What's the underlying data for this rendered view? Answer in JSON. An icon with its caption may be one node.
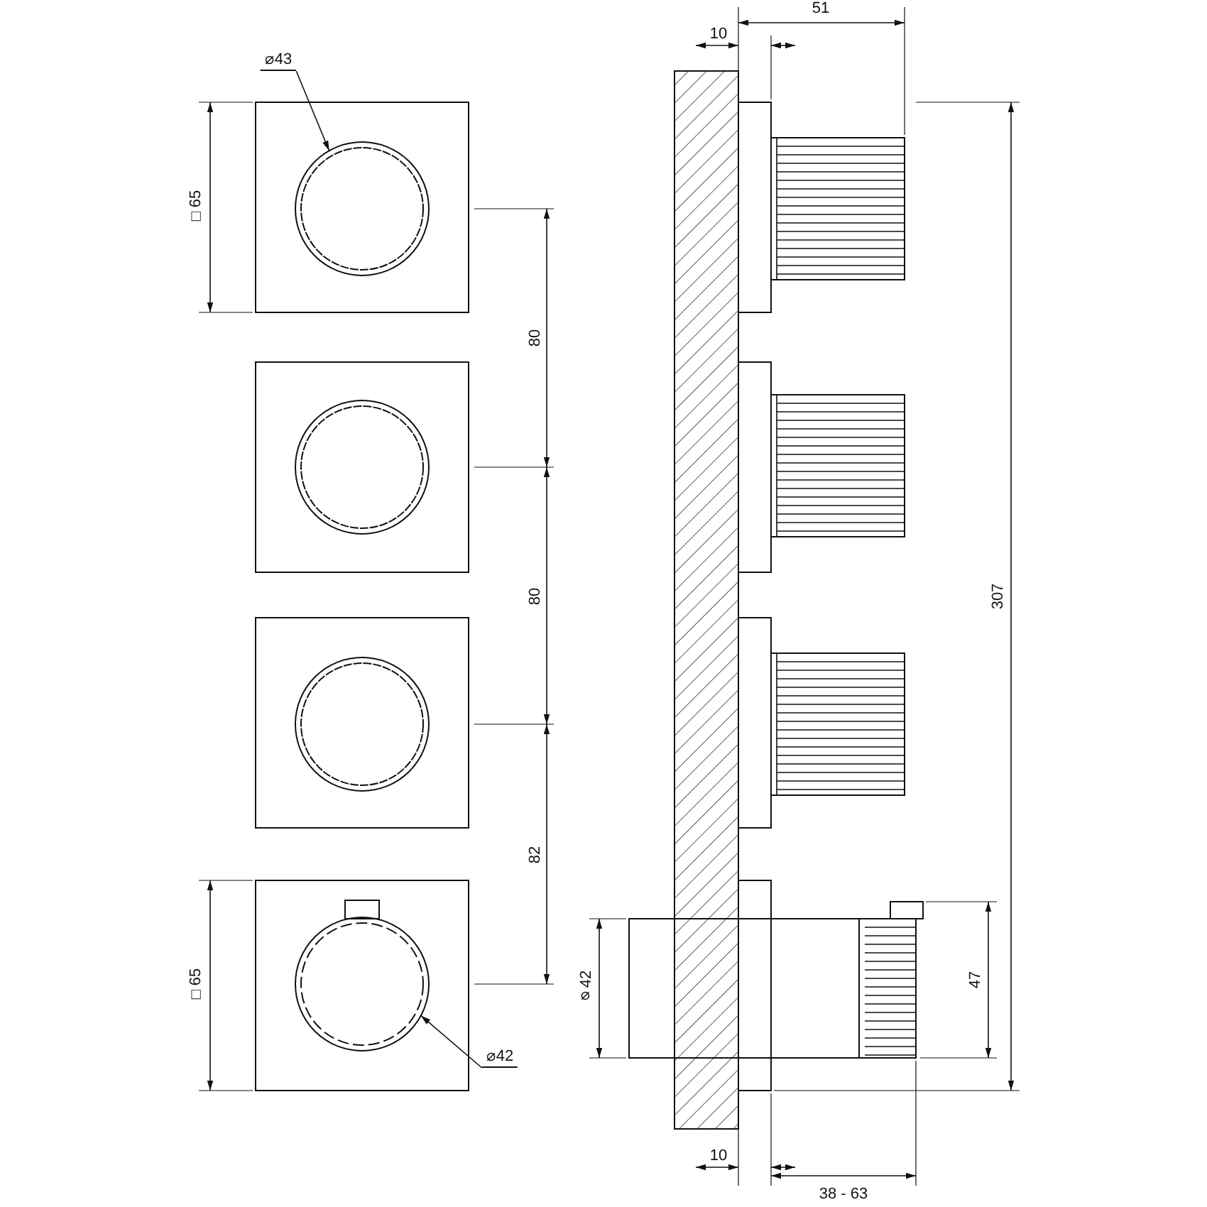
{
  "diagram": {
    "nodes": [
      {
        "text": [
          "⌀43"
        ]
      },
      {
        "text": [],
        "shape": "circle"
      },
      {
        "text": [
          "⌀42"
        ]
      },
      {
        "text": [],
        "shape": "circle"
      }
    ],
    "edges": [
      {
        "from": 0,
        "to": 1,
        "arrow": "to"
      },
      {
        "from": 2,
        "to": 3,
        "arrow": "to"
      }
    ],
    "labels": [
      "□65",
      "80",
      "80",
      "82",
      "□65",
      "10",
      "51",
      "307",
      "⌀42",
      "47",
      "10",
      "38 - 63"
    ]
  }
}
